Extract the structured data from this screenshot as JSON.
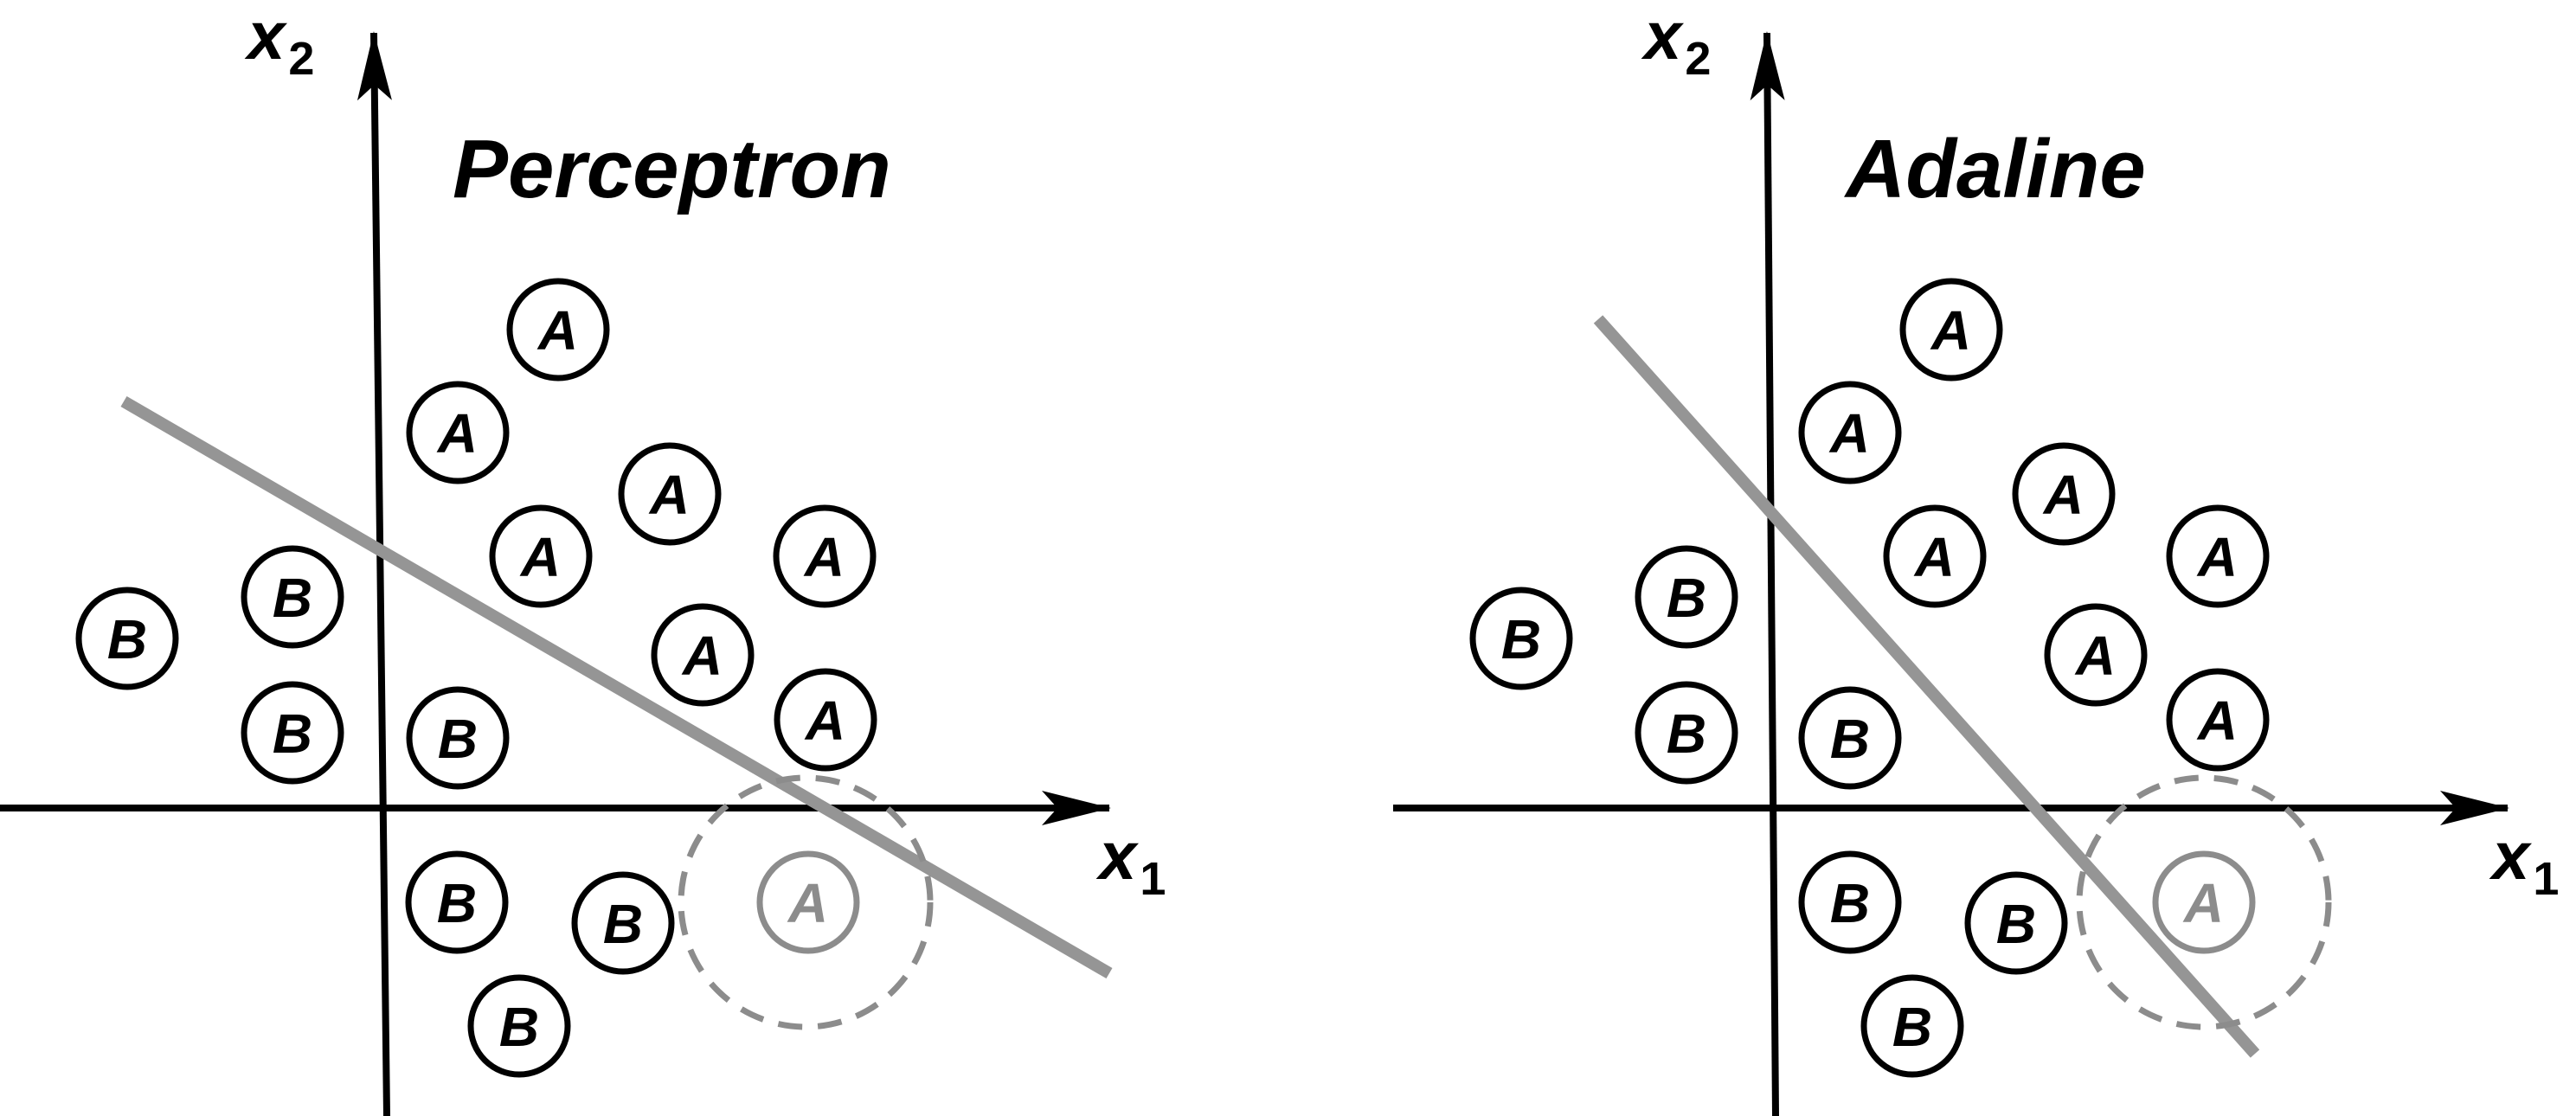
{
  "panels": [
    {
      "title": "Perceptron",
      "x_axis_label": "x",
      "x_axis_subscript": "1",
      "y_axis_label": "x",
      "y_axis_subscript": "2",
      "points": [
        {
          "label": "A"
        },
        {
          "label": "A"
        },
        {
          "label": "A"
        },
        {
          "label": "A"
        },
        {
          "label": "A"
        },
        {
          "label": "A"
        },
        {
          "label": "A"
        },
        {
          "label": "B"
        },
        {
          "label": "B"
        },
        {
          "label": "B"
        },
        {
          "label": "B"
        },
        {
          "label": "B"
        },
        {
          "label": "B"
        },
        {
          "label": "B"
        }
      ],
      "highlighted_point": {
        "label": "A"
      }
    },
    {
      "title": "Adaline",
      "x_axis_label": "x",
      "x_axis_subscript": "1",
      "y_axis_label": "x",
      "y_axis_subscript": "2",
      "points": [
        {
          "label": "A"
        },
        {
          "label": "A"
        },
        {
          "label": "A"
        },
        {
          "label": "A"
        },
        {
          "label": "A"
        },
        {
          "label": "A"
        },
        {
          "label": "A"
        },
        {
          "label": "B"
        },
        {
          "label": "B"
        },
        {
          "label": "B"
        },
        {
          "label": "B"
        },
        {
          "label": "B"
        },
        {
          "label": "B"
        },
        {
          "label": "B"
        }
      ],
      "highlighted_point": {
        "label": "A"
      }
    }
  ],
  "colors": {
    "axis": "#000000",
    "point": "#000000",
    "boundary": "#959595",
    "highlight": "#8c8c8c"
  }
}
